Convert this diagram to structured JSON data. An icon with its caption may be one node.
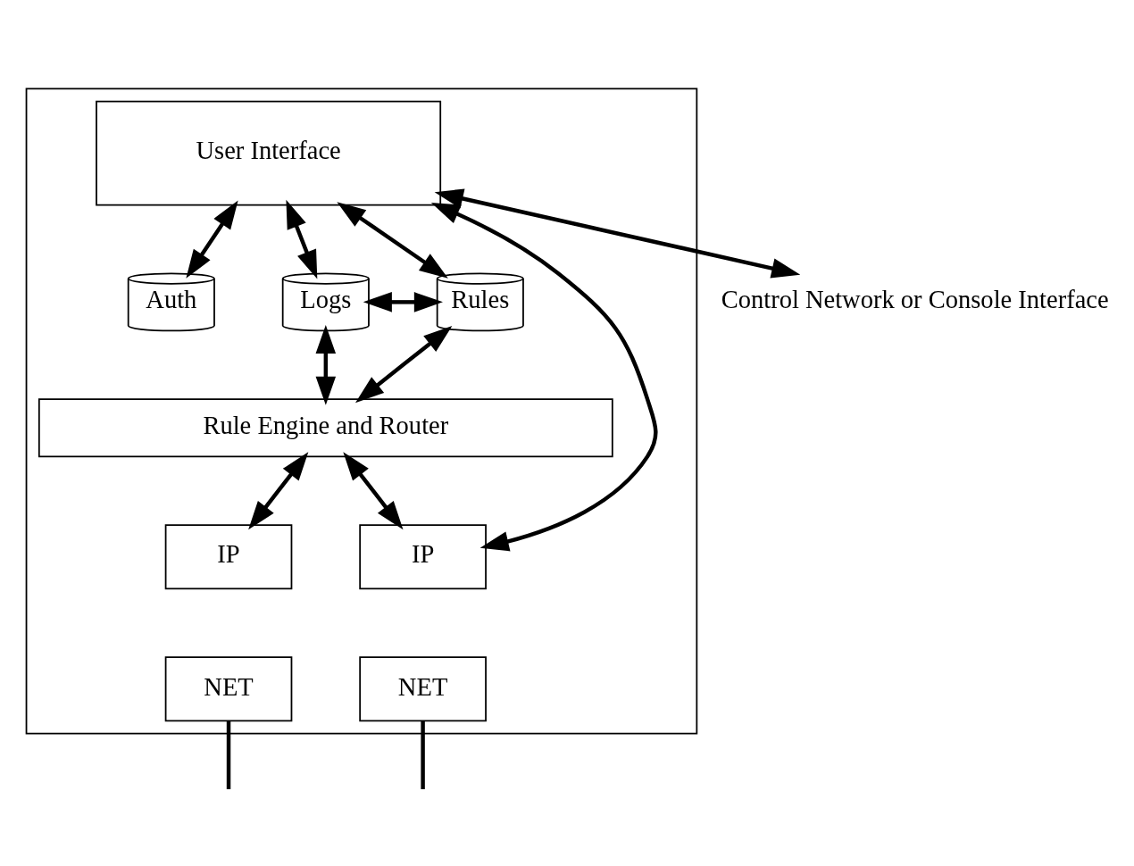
{
  "diagram": {
    "nodes": [
      {
        "text": [],
        "shape": "box"
      },
      {
        "text": [
          "User Interface"
        ],
        "in": 0
      },
      {
        "text": [
          "Auth"
        ],
        "in": 0
      },
      {
        "text": [
          "Logs"
        ],
        "in": 0
      },
      {
        "text": [
          "Rules"
        ],
        "in": 0
      },
      {
        "text": [
          "Rule Engine and Router"
        ],
        "in": 0
      },
      {
        "text": [
          "IP"
        ],
        "in": 0
      },
      {
        "text": [
          "NET"
        ],
        "in": 0
      },
      {
        "text": [
          "IP"
        ],
        "in": 0
      },
      {
        "text": [
          "NET"
        ],
        "in": 0
      },
      {
        "text": [
          "Control Network or Console Interface"
        ]
      }
    ],
    "edges": [
      {
        "from": 1,
        "to": 2,
        "arrow": "both"
      },
      {
        "from": 3,
        "to": 1,
        "arrow": "both"
      },
      {
        "from": 4,
        "to": 1,
        "arrow": "both"
      },
      {
        "from": 3,
        "to": 4,
        "arrow": "both"
      },
      {
        "from": 3,
        "to": 5,
        "arrow": "both"
      },
      {
        "from": 4,
        "to": 5,
        "arrow": "both"
      },
      {
        "from": 5,
        "to": 6,
        "arrow": "both"
      },
      {
        "from": 5,
        "to": 8,
        "arrow": "both"
      },
      {
        "from": 8,
        "to": 1,
        "arrow": "both"
      },
      {
        "from": 1,
        "to": 10,
        "arrow": "both"
      },
      {
        "from": 7,
        "to": null,
        "arrow": "none"
      },
      {
        "from": 9,
        "to": null,
        "arrow": "none"
      }
    ]
  }
}
